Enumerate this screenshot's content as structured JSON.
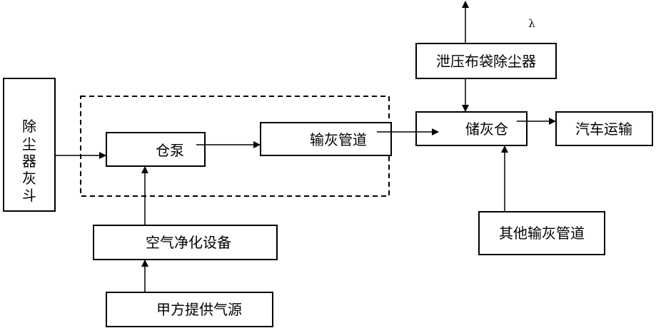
{
  "nodes": {
    "hopper": [
      "除",
      "尘",
      "器",
      "灰",
      "斗"
    ],
    "pump": "仓泵",
    "pipe": "输灰管道",
    "silo": "储灰仓",
    "bag_filter": "泄压布袋除尘器",
    "truck": "汽车运输",
    "other_pipes": "其他输灰管道",
    "air_clean": "空气净化设备",
    "air_source": "甲方提供气源"
  },
  "note": "λ"
}
